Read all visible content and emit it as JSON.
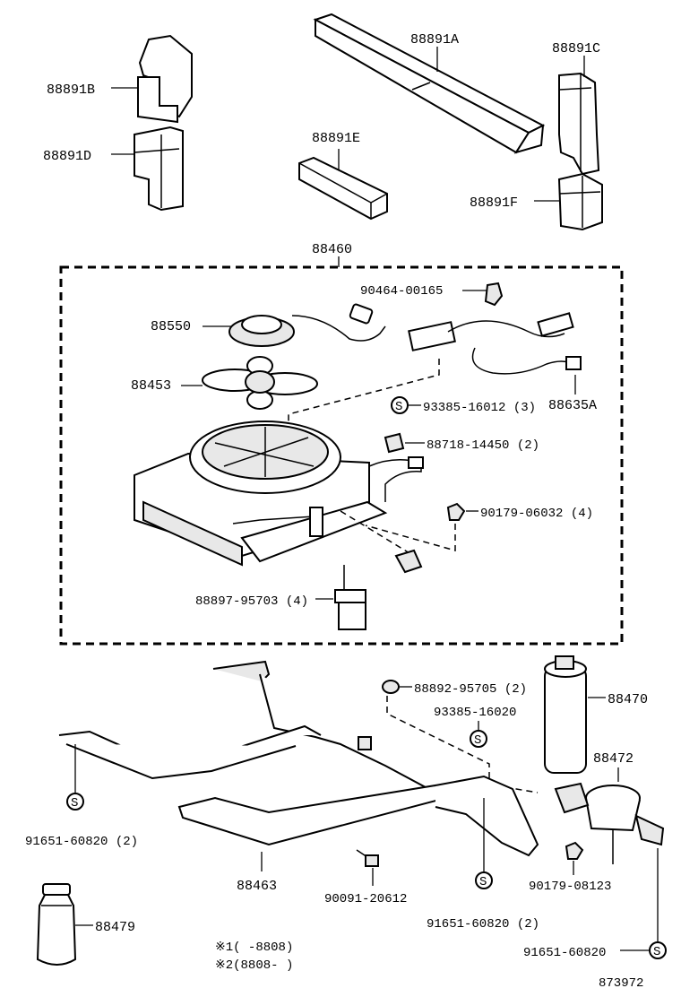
{
  "parts": {
    "p88891A": "88891A",
    "p88891B": "88891B",
    "p88891C": "88891C",
    "p88891D": "88891D",
    "p88891E": "88891E",
    "p88891F": "88891F",
    "p88460": "88460",
    "p90464": "90464-00165",
    "p88550": "88550",
    "p88453": "88453",
    "p88635A": "88635A",
    "p93385_16012": "93385-16012 (3)",
    "p88718": "88718-14450 (2)",
    "p90179_06032": "90179-06032 (4)",
    "p88897": "88897-95703 (4)",
    "p88892": "88892-95705 (2)",
    "p88470": "88470",
    "p93385_16020": "93385-16020",
    "p88472": "88472",
    "p91651_left": "91651-60820 (2)",
    "p88463": "88463",
    "p90091": "90091-20612",
    "p90179_08123": "90179-08123",
    "p91651_mid": "91651-60820 (2)",
    "p91651_right": "91651-60820",
    "p88479": "88479"
  },
  "symbols": {
    "s_mark": "S"
  },
  "legend": {
    "note1": "※1(    -8808)",
    "note2": "※2(8808-    )"
  },
  "diagram_number": "873972"
}
